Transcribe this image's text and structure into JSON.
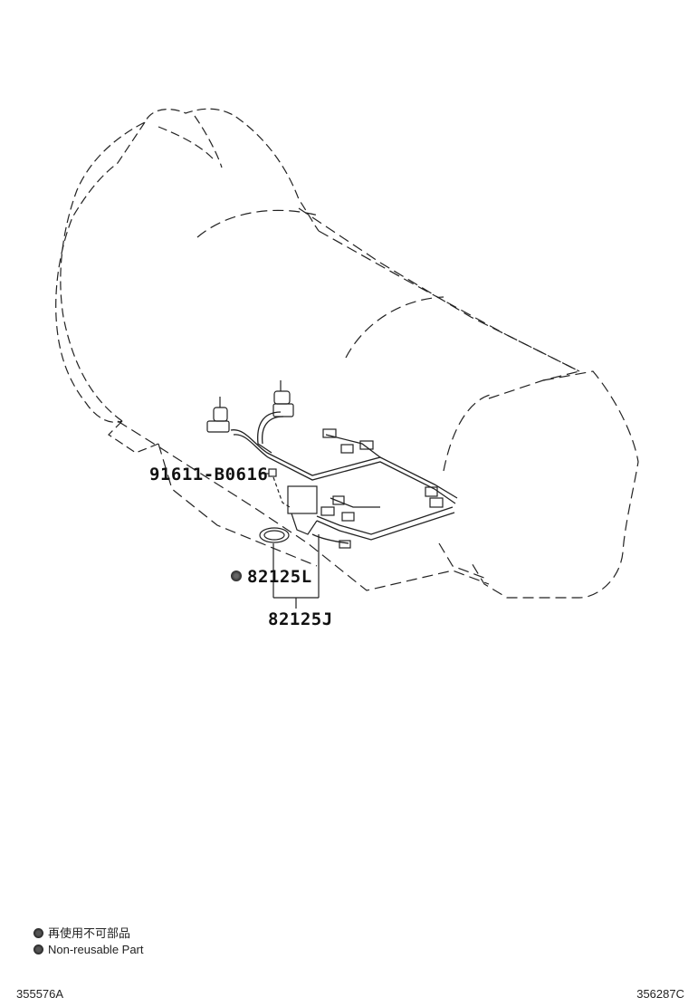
{
  "parts": {
    "bolt": "91611-B0616",
    "gasket": "82125L",
    "harness": "82125J"
  },
  "legend": {
    "japanese": "再使用不可部品",
    "english": "Non-reusable Part"
  },
  "footer": {
    "left_code": "355576A",
    "right_code": "356287C"
  }
}
